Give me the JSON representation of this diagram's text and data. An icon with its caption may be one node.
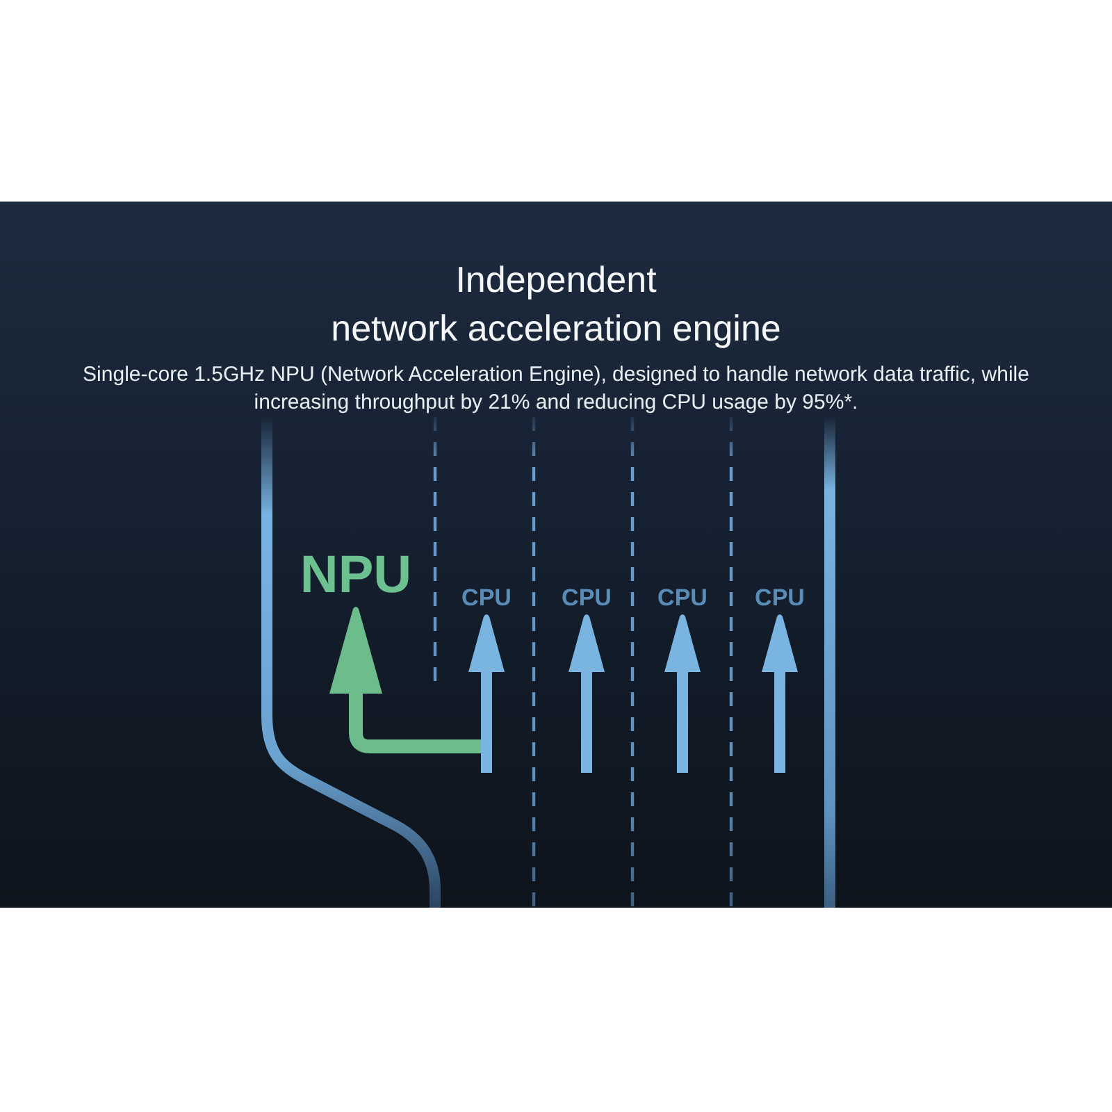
{
  "diagram": {
    "title": "Independent network acceleration engine",
    "nodes": [
      {
        "text": [
          "NPU"
        ]
      },
      {
        "text": [
          "CPU"
        ]
      },
      {
        "text": [
          "CPU"
        ]
      },
      {
        "text": [
          "CPU"
        ]
      },
      {
        "text": [
          "CPU"
        ]
      }
    ],
    "edges": [
      {
        "from": null,
        "to": 0,
        "arrow": "to",
        "color": "#6dbd8c"
      },
      {
        "from": null,
        "to": 1,
        "arrow": "to"
      },
      {
        "from": null,
        "to": 2,
        "arrow": "to"
      },
      {
        "from": null,
        "to": 3,
        "arrow": "to"
      },
      {
        "from": null,
        "to": 4,
        "arrow": "to"
      }
    ],
    "labels": [
      "Single-core 1.5GHz NPU (Network Acceleration Engine), designed to handle network data traffic, while increasing throughput by 21% and reducing CPU usage by 95%*."
    ]
  }
}
